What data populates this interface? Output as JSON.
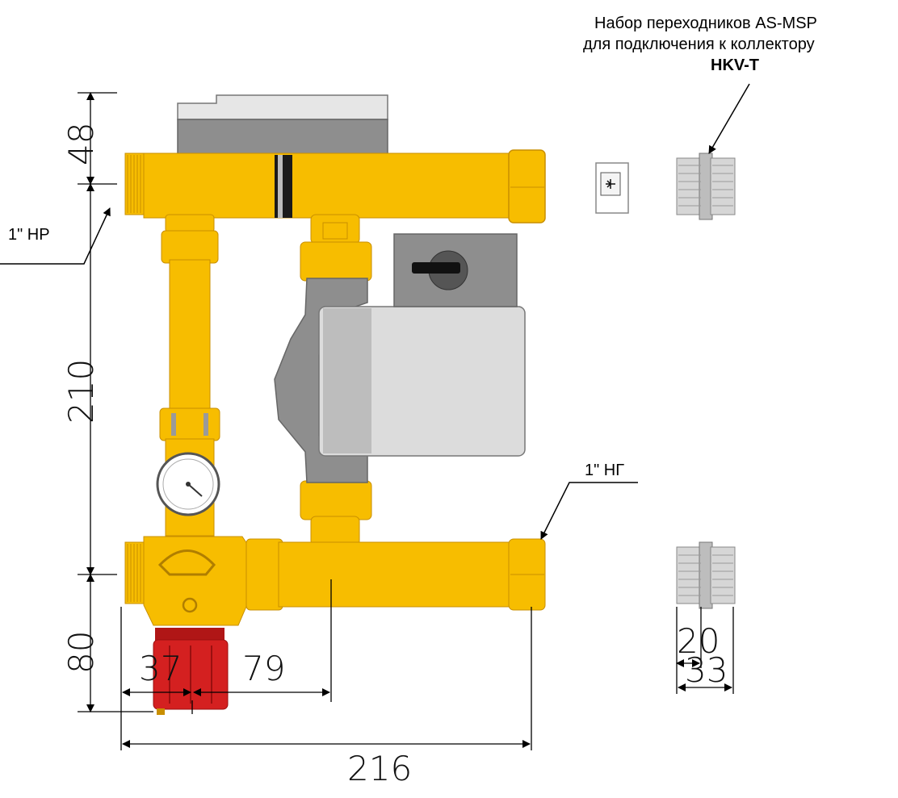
{
  "adapter_title": {
    "line1": "Набор переходников AS-MSP",
    "line2": "для подключения к коллектору",
    "line3": "HKV-T"
  },
  "callouts": {
    "top_left": "1\" НР",
    "bottom_right": "1\" НГ"
  },
  "dimensions": {
    "top_height": "48",
    "middle_height": "210",
    "bottom_height": "80",
    "left_offset": "37",
    "mid_offset": "79",
    "total_width": "216",
    "adapter_width_a": "20",
    "adapter_width_b": "33"
  },
  "colors": {
    "pipe_yellow": "#f7bd00",
    "pipe_shadow": "#e0a800",
    "pump_grey": "#c9c9c9",
    "pump_dark": "#8a8a8a",
    "valve_red": "#d42020",
    "line": "#000000"
  },
  "icon_names": [
    "pump-icon",
    "thermometer-icon",
    "valve-handle-icon",
    "check-valve-icon",
    "adapter-fitting-icon"
  ]
}
